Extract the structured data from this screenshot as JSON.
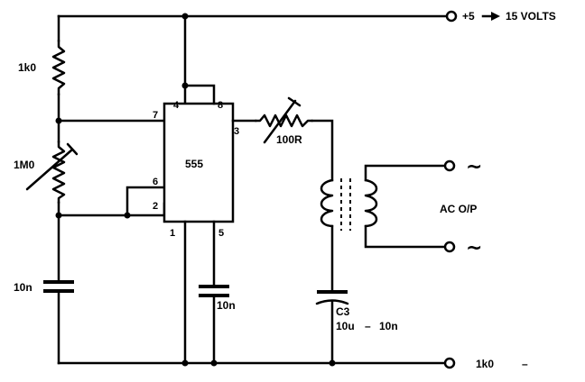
{
  "supply": {
    "label": "+5",
    "range": "15 VOLTS"
  },
  "ground": {
    "label": "1k0",
    "sign": "–"
  },
  "resistors": {
    "r1": "1k0",
    "vr1": "1M0",
    "vr2": "100R"
  },
  "capacitors": {
    "c1": "10n",
    "c2": "10n",
    "c3_name": "C3",
    "c3_value": "10u",
    "c3_dash": "–",
    "c3_value2": "10n"
  },
  "ic": {
    "name": "555",
    "pins": {
      "p1": "1",
      "p2": "2",
      "p3": "3",
      "p4": "4",
      "p5": "5",
      "p6": "6",
      "p7": "7",
      "p8": "8"
    }
  },
  "output": {
    "label": "AC O/P",
    "tilde": "~"
  }
}
